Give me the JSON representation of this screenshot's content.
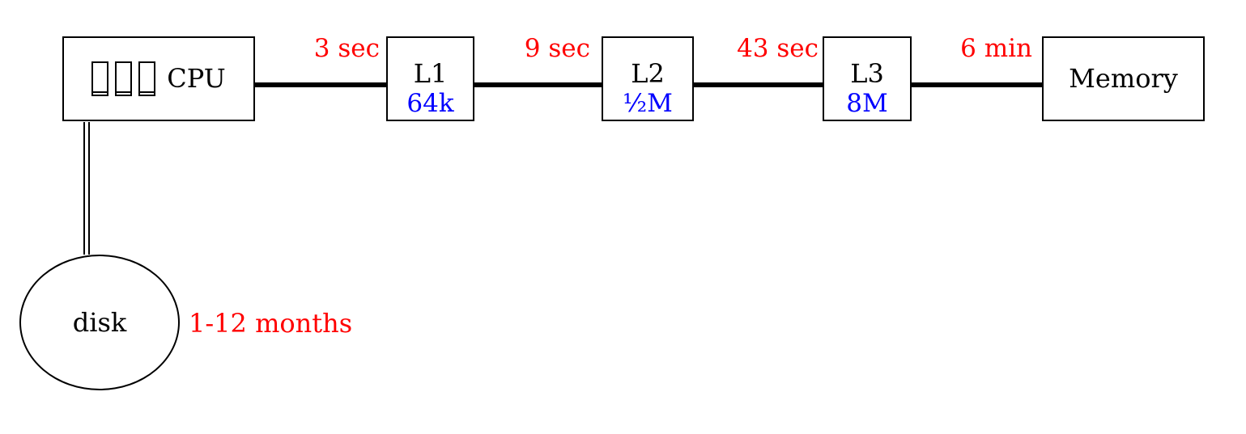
{
  "colors": {
    "latency_label": "#ff0000",
    "cache_size_label": "#0000ff",
    "node_stroke": "#000000",
    "background": "#ffffff"
  },
  "nodes": {
    "cpu": {
      "label": "CPU",
      "icons": [
        "missing-glyph-icon",
        "missing-glyph-icon",
        "missing-glyph-icon"
      ]
    },
    "l1": {
      "label": "L1",
      "size": "64k"
    },
    "l2": {
      "label": "L2",
      "size": "½M"
    },
    "l3": {
      "label": "L3",
      "size": "8M"
    },
    "memory": {
      "label": "Memory"
    },
    "disk": {
      "label": "disk"
    }
  },
  "edges": [
    {
      "from": "CPU",
      "to": "L1",
      "latency": "3 sec"
    },
    {
      "from": "L1",
      "to": "L2",
      "latency": "9 sec"
    },
    {
      "from": "L2",
      "to": "L3",
      "latency": "43 sec"
    },
    {
      "from": "L3",
      "to": "Memory",
      "latency": "6 min"
    },
    {
      "from": "CPU",
      "to": "disk",
      "latency": "1-12 months"
    }
  ]
}
